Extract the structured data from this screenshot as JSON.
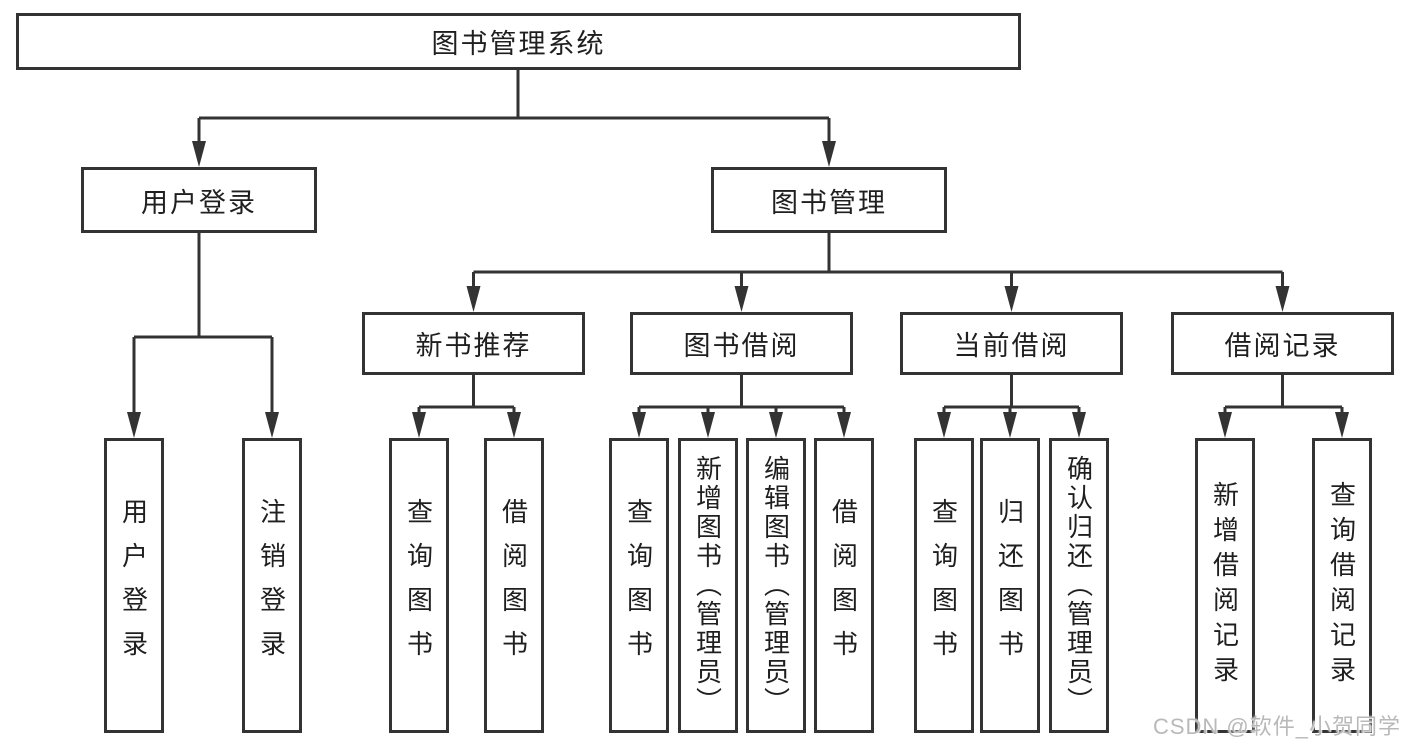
{
  "colors": {
    "line": "#333333",
    "text": "#1f1f1f",
    "background": "#ffffff",
    "watermark_text": "#b9b9b9"
  },
  "watermark": "CSDN @软件_小贺同学",
  "diagram_type": "hierarchy-tree",
  "nodes": {
    "root": {
      "label": "图书管理系统"
    },
    "level2": [
      {
        "label": "用户登录",
        "parent": "图书管理系统"
      },
      {
        "label": "图书管理",
        "parent": "图书管理系统"
      }
    ],
    "level3": [
      {
        "label": "新书推荐",
        "parent": "图书管理"
      },
      {
        "label": "图书借阅",
        "parent": "图书管理"
      },
      {
        "label": "当前借阅",
        "parent": "图书管理"
      },
      {
        "label": "借阅记录",
        "parent": "图书管理"
      }
    ],
    "level4": [
      {
        "label": "用户登录",
        "parent": "用户登录"
      },
      {
        "label": "注销登录",
        "parent": "用户登录"
      },
      {
        "label": "查询图书",
        "parent": "新书推荐"
      },
      {
        "label": "借阅图书",
        "parent": "新书推荐"
      },
      {
        "label": "查询图书",
        "parent": "图书借阅"
      },
      {
        "label": "新增图书（管理员）",
        "parent": "图书借阅"
      },
      {
        "label": "编辑图书（管理员）",
        "parent": "图书借阅"
      },
      {
        "label": "借阅图书",
        "parent": "图书借阅"
      },
      {
        "label": "查询图书",
        "parent": "当前借阅"
      },
      {
        "label": "归还图书",
        "parent": "当前借阅"
      },
      {
        "label": "确认归还（管理员）",
        "parent": "当前借阅"
      },
      {
        "label": "新增借阅记录",
        "parent": "借阅记录"
      },
      {
        "label": "查询借阅记录",
        "parent": "借阅记录"
      }
    ]
  }
}
